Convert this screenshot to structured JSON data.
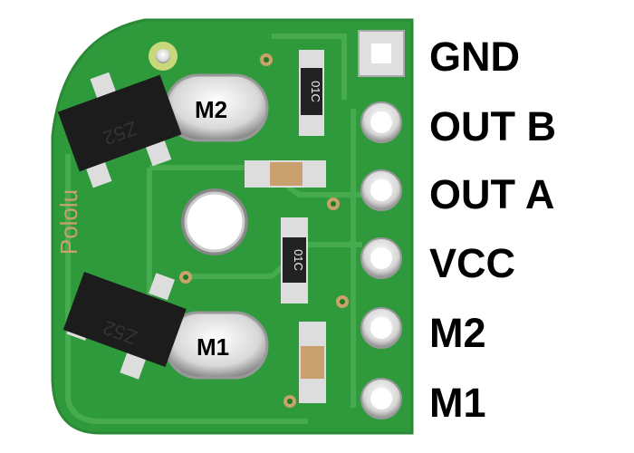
{
  "board": {
    "silkscreen_logo": "Pololu",
    "resistor_code": "01C",
    "transistor_marking": "Z52",
    "pad_labels": {
      "top": "M2",
      "bottom": "M1"
    },
    "colors": {
      "pcb": "#2f9a3c",
      "trace": "#45a84e",
      "copper": "#c9a26a",
      "silver": "#e8e8e8",
      "chip": "#1c1c1c"
    }
  },
  "pins": [
    {
      "label": "GND"
    },
    {
      "label": "OUT B"
    },
    {
      "label": "OUT A"
    },
    {
      "label": "VCC"
    },
    {
      "label": "M2"
    },
    {
      "label": "M1"
    }
  ]
}
